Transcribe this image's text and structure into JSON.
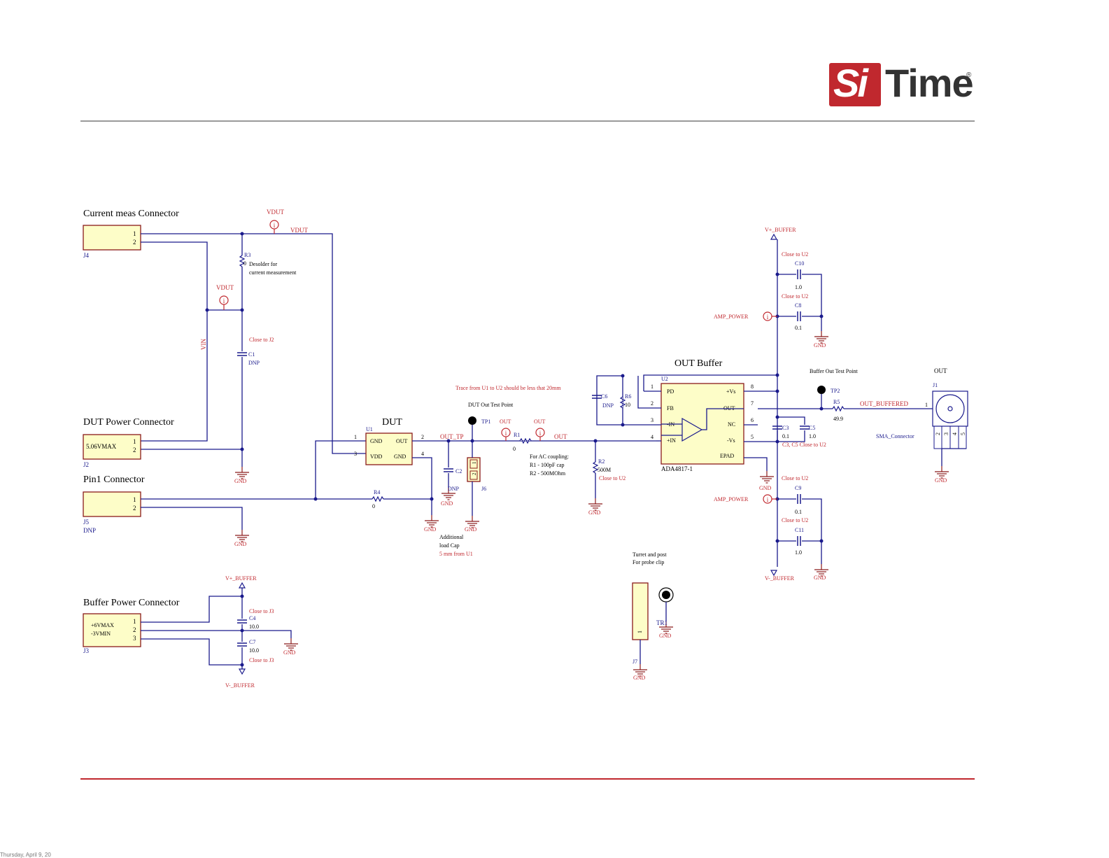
{
  "header": {
    "logo": {
      "si": "Si",
      "time": "Time",
      "reg": "®"
    },
    "accent_color": "#c0282e",
    "wire_color": "#1a1a8c"
  },
  "sections": {
    "current_meas": "Current meas Connector",
    "dut_power": "DUT Power Connector",
    "pin1": "Pin1 Connector",
    "buffer_power": "Buffer Power Connector",
    "dut": "DUT",
    "out_buffer": "OUT Buffer",
    "out": "OUT"
  },
  "connectors": {
    "j4": {
      "ref": "J4",
      "pins": [
        "1",
        "2"
      ]
    },
    "j2": {
      "ref": "J2",
      "text": "5.06VMAX",
      "pins": [
        "1",
        "2"
      ]
    },
    "j5": {
      "ref": "J5",
      "dnp": "DNP",
      "pins": [
        "1",
        "2"
      ]
    },
    "j3": {
      "ref": "J3",
      "text1": "+6VMAX",
      "text2": "-3VMIN",
      "pins": [
        "1",
        "2",
        "3"
      ]
    },
    "j6": {
      "ref": "J6",
      "pins": [
        "1",
        "2"
      ]
    },
    "j7": {
      "ref": "J7",
      "pin": "1"
    },
    "j1": {
      "ref": "J1",
      "pin": "1",
      "pins_bottom": [
        "2",
        "3",
        "4",
        "5"
      ],
      "name": "SMA_Connector"
    }
  },
  "nets": {
    "vdut": "VDUT",
    "vin": "VIN",
    "out_tp": "OUT_TP",
    "out": "OUT",
    "out_buffered": "OUT_BUFFERED",
    "amp_power": "AMP_POWER",
    "vplus_buffer": "V+_BUFFER",
    "vminus_buffer": "V-_BUFFER",
    "gnd": "GND"
  },
  "components": {
    "r3": {
      "ref": "R3",
      "value": "0"
    },
    "c1": {
      "ref": "C1",
      "value": "DNP"
    },
    "r4": {
      "ref": "R4",
      "value": "0"
    },
    "c2": {
      "ref": "C2",
      "value": "DNP"
    },
    "r1": {
      "ref": "R1",
      "value": "0"
    },
    "r2": {
      "ref": "R2",
      "value": "500M"
    },
    "c6": {
      "ref": "C6",
      "value": "DNP"
    },
    "r6": {
      "ref": "R6",
      "value": "10"
    },
    "c10": {
      "ref": "C10",
      "value": "1.0"
    },
    "c8": {
      "ref": "C8",
      "value": "0.1"
    },
    "c3": {
      "ref": "C3",
      "value": "0.1"
    },
    "c5": {
      "ref": "C5",
      "value": "1.0"
    },
    "c9": {
      "ref": "C9",
      "value": "0.1"
    },
    "c11": {
      "ref": "C11",
      "value": "1.0"
    },
    "r5": {
      "ref": "R5",
      "value": "49.9"
    },
    "c4": {
      "ref": "C4",
      "value": "10.0"
    },
    "c7": {
      "ref": "C7",
      "value": "10.0"
    },
    "tp1": "TP1",
    "tp2": "TP2",
    "tr1": "TR1"
  },
  "u1": {
    "ref": "U1",
    "p1": "GND",
    "p2": "OUT",
    "p3": "VDD",
    "p4": "GND",
    "n1": "1",
    "n2": "2",
    "n3": "3",
    "n4": "4"
  },
  "u2": {
    "ref": "U2",
    "part": "ADA4817-1",
    "pins_left": [
      "PD",
      "FB",
      "-IN",
      "+IN"
    ],
    "pins_right": [
      "+Vs",
      "OUT",
      "NC",
      "-Vs"
    ],
    "epad": "EPAD",
    "nums_left": [
      "1",
      "2",
      "3",
      "4"
    ],
    "nums_right": [
      "8",
      "7",
      "6",
      "5"
    ]
  },
  "notes": {
    "desolder1": "Desolder for",
    "desolder2": "current measurement",
    "close_j2": "Close to J2",
    "close_u2": "Close to U2",
    "close_j3": "Close to J3",
    "c3c5_close": "C3, C5 Close to U2",
    "trace": "Trace from U1 to U2 should be less that 20mm",
    "dut_tp": "DUT Out Test Point",
    "buf_tp": "Buffer Out Test Point",
    "ac1": "For AC coupling:",
    "ac2": "R1 - 100pF cap",
    "ac3": "R2 - 500MOhm",
    "load1": "Additional",
    "load2": "load Cap",
    "load3": "5 mm from U1",
    "turret1": "Turret and post",
    "turret2": "For probe clip"
  },
  "footer_crop": "Thursday, April 9, 20"
}
